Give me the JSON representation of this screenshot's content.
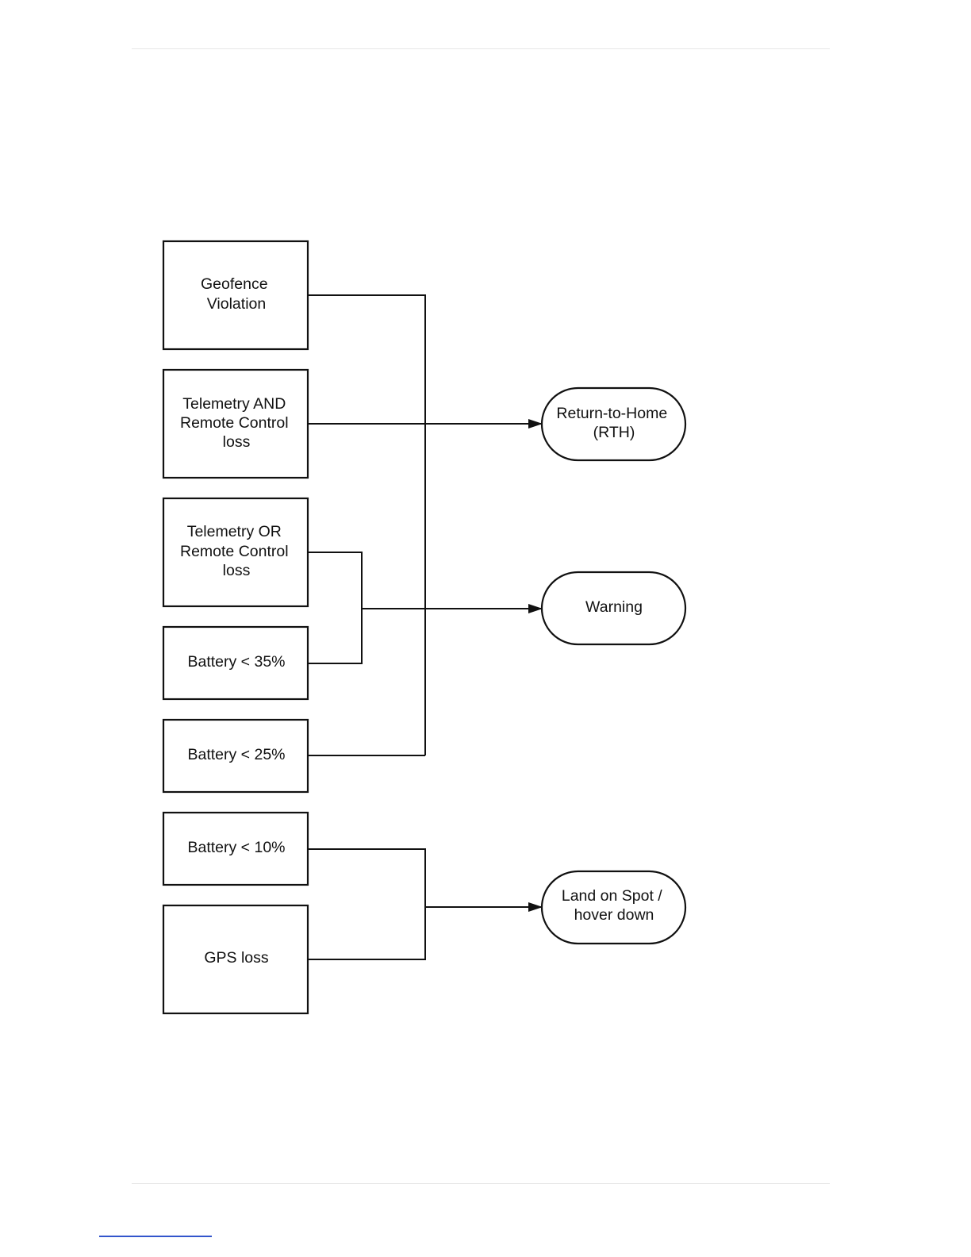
{
  "diagram": {
    "triggers": {
      "geofence": {
        "lines": [
          "Geofence",
          "Violation"
        ]
      },
      "telemetry_and_rc": {
        "lines": [
          "Telemetry AND",
          "Remote Control",
          "loss"
        ]
      },
      "telemetry_or_rc": {
        "lines": [
          "Telemetry OR",
          "Remote Control",
          "loss"
        ]
      },
      "battery_35": {
        "lines": [
          "Battery < 35%"
        ]
      },
      "battery_25": {
        "lines": [
          "Battery < 25%"
        ]
      },
      "battery_10": {
        "lines": [
          "Battery < 10%"
        ]
      },
      "gps_loss": {
        "lines": [
          "GPS loss"
        ]
      }
    },
    "actions": {
      "rth": {
        "lines": [
          "Return-to-Home",
          "(RTH)"
        ]
      },
      "warning": {
        "lines": [
          "Warning"
        ]
      },
      "land": {
        "lines": [
          "Land on Spot /",
          "hover down"
        ]
      }
    },
    "edges": [
      {
        "from": "geofence",
        "to": "rth"
      },
      {
        "from": "telemetry_and_rc",
        "to": "rth"
      },
      {
        "from": "battery_25",
        "to": "rth"
      },
      {
        "from": "telemetry_or_rc",
        "to": "warning"
      },
      {
        "from": "battery_35",
        "to": "warning"
      },
      {
        "from": "battery_10",
        "to": "land"
      },
      {
        "from": "gps_loss",
        "to": "land"
      }
    ]
  }
}
